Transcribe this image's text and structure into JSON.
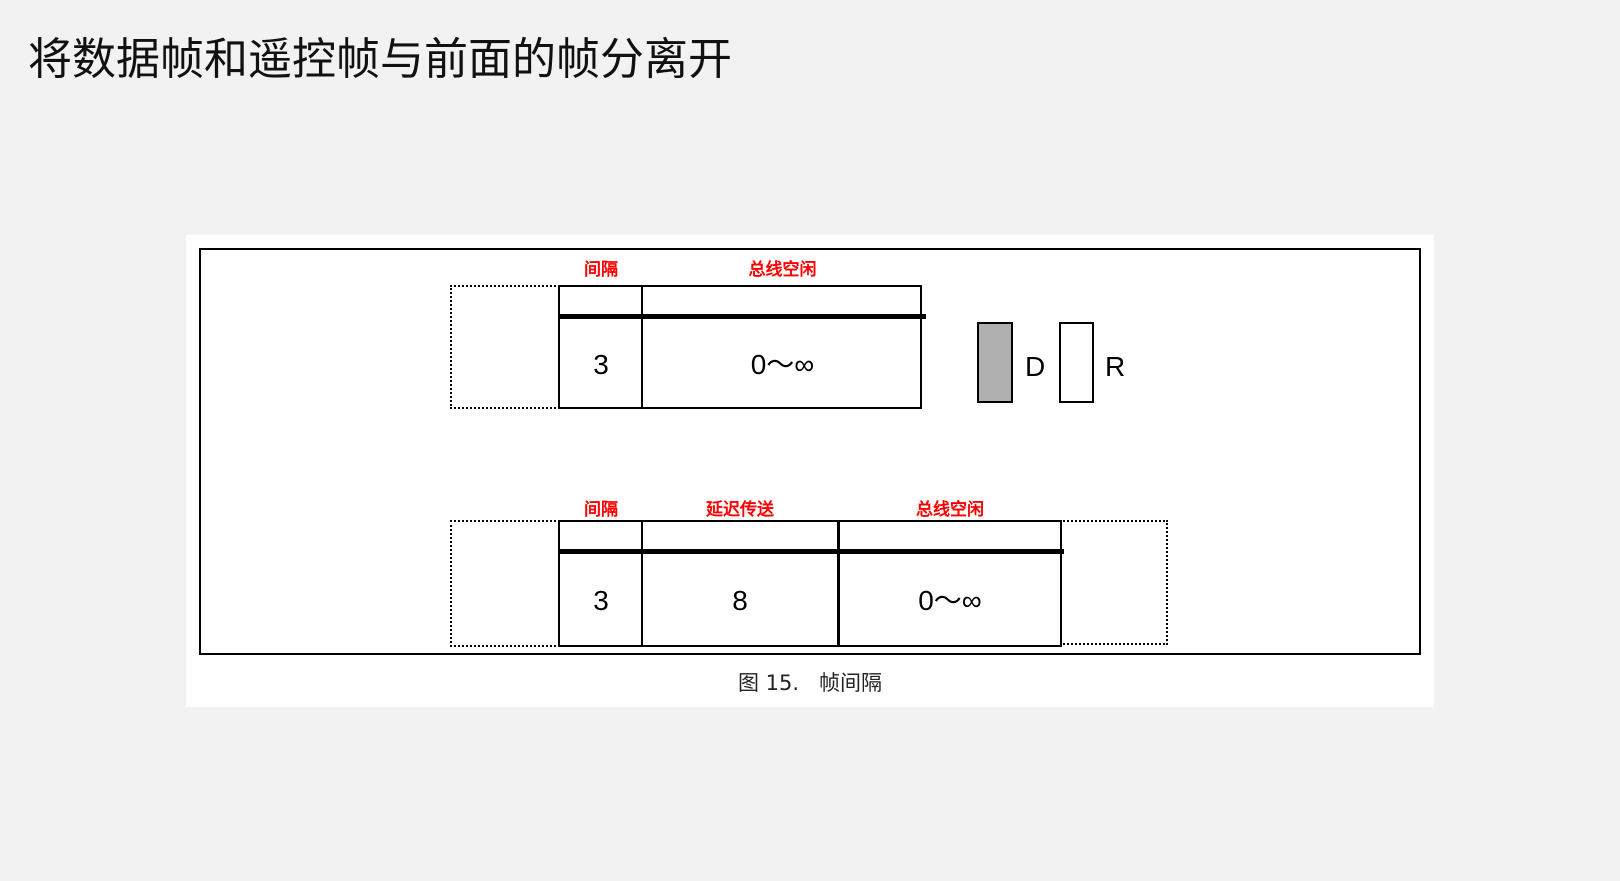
{
  "slide": {
    "title": "将数据帧和遥控帧与前面的帧分离开"
  },
  "diagram": {
    "top_row": {
      "fields": [
        {
          "label": "间隔",
          "value": "3"
        },
        {
          "label": "总线空闲",
          "value": "0～∞"
        }
      ]
    },
    "bottom_row": {
      "fields": [
        {
          "label": "间隔",
          "value": "3"
        },
        {
          "label": "延迟传送",
          "value": "8"
        },
        {
          "label": "总线空闲",
          "value": "0～∞"
        }
      ]
    },
    "legend": {
      "dominant_label": "D",
      "recessive_label": "R",
      "dominant_color": "#b0b0b0",
      "recessive_color": "#ffffff"
    },
    "label_color": "#ff0000",
    "caption": "图 15.   帧间隔"
  }
}
